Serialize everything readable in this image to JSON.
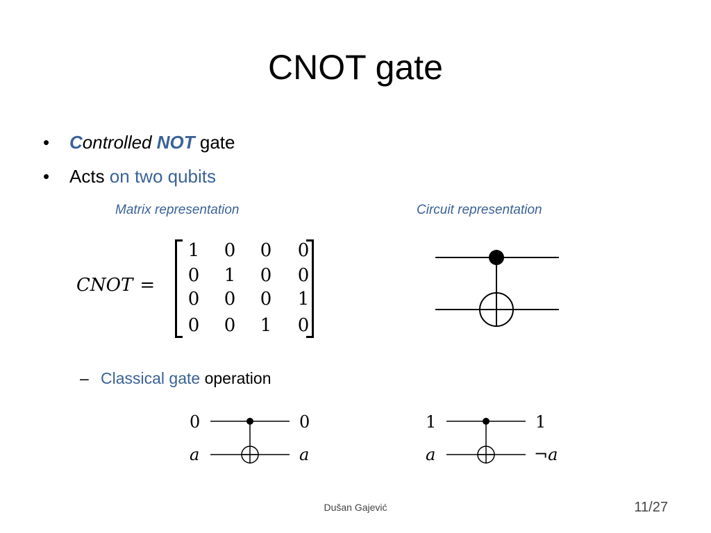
{
  "slide": {
    "title": "CNOT gate",
    "bullets": [
      {
        "bullet": "•",
        "first_letter": "C",
        "rest_italic": "ontrolled ",
        "bold_italic": "NOT",
        "tail": " gate"
      },
      {
        "bullet": "•",
        "plain": "Acts ",
        "blue": "on two qubits"
      }
    ],
    "captions": {
      "matrix": "Matrix representation",
      "circuit": "Circuit representation"
    },
    "matrix": {
      "label": "CNOT",
      "equals": "=",
      "rows": [
        [
          "1",
          "0",
          "0",
          "0"
        ],
        [
          "0",
          "1",
          "0",
          "0"
        ],
        [
          "0",
          "0",
          "0",
          "1"
        ],
        [
          "0",
          "0",
          "1",
          "0"
        ]
      ]
    },
    "sub_bullet": {
      "dash": "–",
      "blue": "Classical gate",
      "plain": " operation"
    },
    "classical": [
      {
        "in_top": "0",
        "in_bottom": "a",
        "out_top": "0",
        "out_bottom": "a"
      },
      {
        "in_top": "1",
        "in_bottom": "a",
        "out_top": "1",
        "out_bottom": "¬a"
      }
    ],
    "footer": {
      "author": "Dušan Gajević",
      "page": "11/27"
    }
  },
  "colors": {
    "accent_blue": "#3a6296",
    "text": "#000000",
    "background": "#ffffff"
  }
}
